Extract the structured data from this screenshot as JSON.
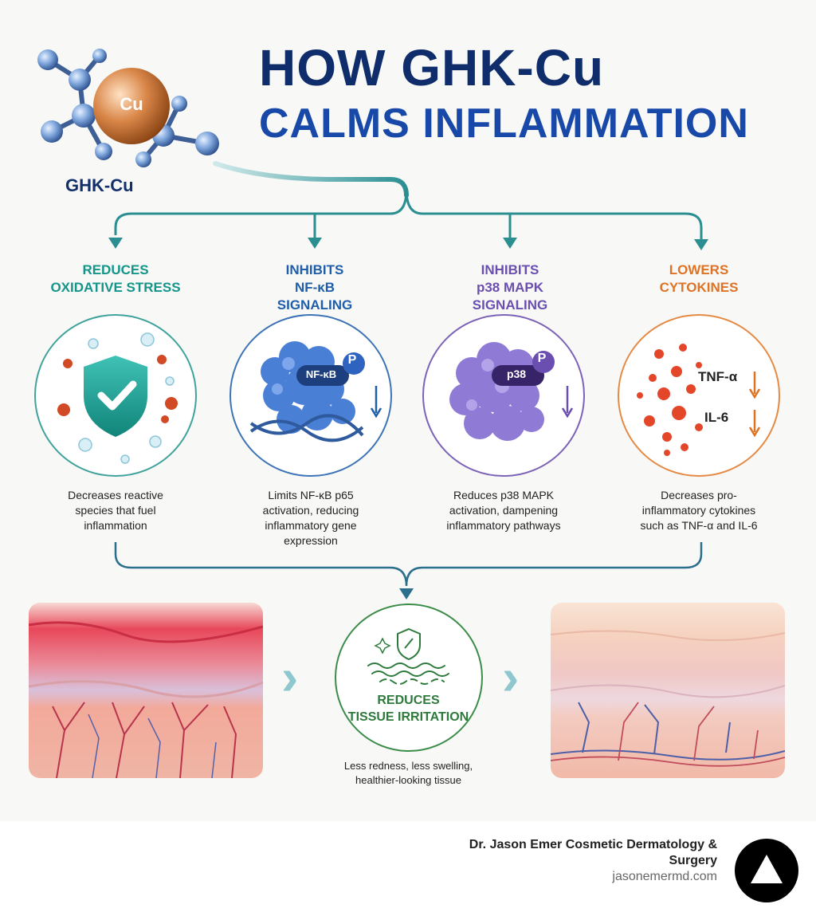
{
  "header": {
    "title_line1": "HOW GHK-Cu",
    "title_line2": "CALMS INFLAMMATION",
    "molecule_label": "GHK-Cu",
    "molecule_atom": "Cu"
  },
  "mechanisms": [
    {
      "title": "REDUCES\nOXIDATIVE STRESS",
      "description": "Decreases reactive\nspecies that fuel\ninflammation",
      "color": "#13958a"
    },
    {
      "title": "INHIBITS\nNF-κB\nSIGNALING",
      "description": "Limits NF-κB p65\nactivation, reducing\ninflammatory gene\nexpression",
      "color": "#1f5ea8",
      "badge": "NF-κB",
      "p_label": "P"
    },
    {
      "title": "INHIBITS\np38 MAPK\nSIGNALING",
      "description": "Reduces p38 MAPK\nactivation, dampening\ninflammatory pathways",
      "color": "#6a4fb0",
      "badge": "p38",
      "p_label": "P"
    },
    {
      "title": "LOWERS\nCYTOKINES",
      "description": "Decreases pro-\ninflammatory cytokines\nsuch as TNF-α and IL-6",
      "color": "#de7325",
      "cytokine_1": "TNF-α",
      "cytokine_2": "IL-6"
    }
  ],
  "outcome": {
    "title": "REDUCES\nTISSUE IRRITATION",
    "description": "Less redness, less swelling,\nhealthier-looking tissue",
    "color": "#2e7a3c"
  },
  "footer": {
    "name": "Dr. Jason Emer Cosmetic Dermatology &\nSurgery",
    "url": "jasonemermd.com"
  }
}
